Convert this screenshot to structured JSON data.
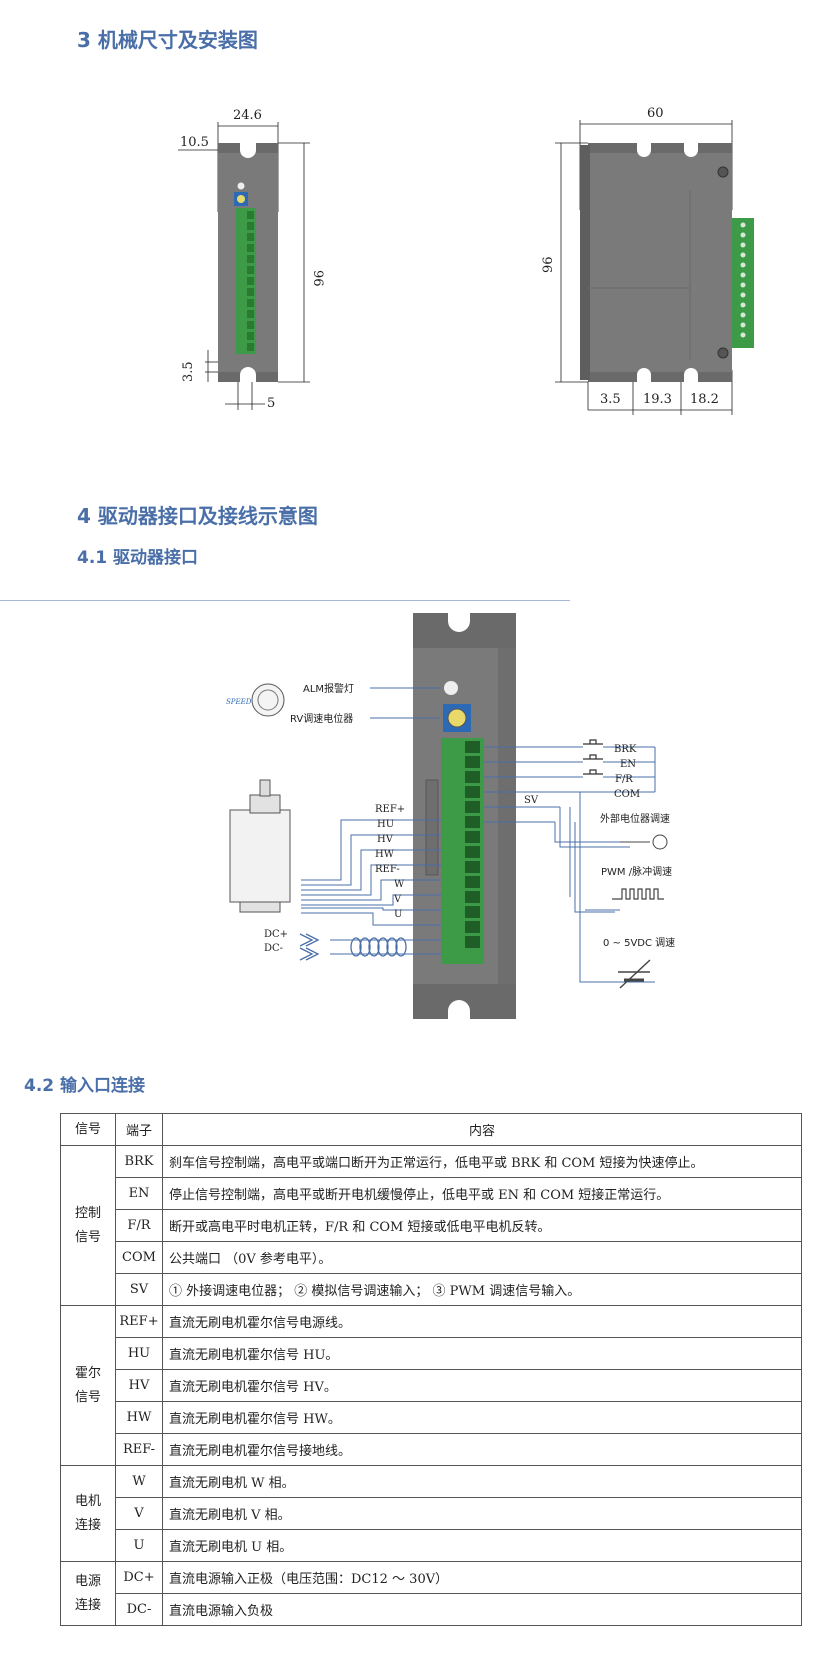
{
  "sections": {
    "s3_title": "3  机械尺寸及安装图",
    "s4_title": "4  驱动器接口及接线示意图",
    "s41_title": "4.1  驱动器接口",
    "s42_title": "4.2  输入口连接"
  },
  "dimension_drawing": {
    "front": {
      "width": "24.6",
      "hole_offset": "10.5",
      "height": "96",
      "bottom_offset": "3.5",
      "bottom_width": "5"
    },
    "side": {
      "width": "60",
      "height": "96",
      "dim_a": "3.5",
      "dim_b": "19.3",
      "dim_c": "18.2"
    }
  },
  "interface_diagram": {
    "alm_label": "ALM报警灯",
    "rv_label": "RV调速电位器",
    "speed_knob": "SPEED",
    "right_signals": [
      "BRK",
      "EN",
      "F/R",
      "COM"
    ],
    "sv_label": "SV",
    "motor_signals": [
      "REF+",
      "HU",
      "HV",
      "HW",
      "REF-",
      "W",
      "V",
      "U"
    ],
    "power_signals": [
      "DC+",
      "DC-"
    ],
    "ext_pot_label": "外部电位器调速",
    "pwm_label": "PWM /脉冲调速",
    "vdc_label": "0 ~ 5VDC 调速"
  },
  "table": {
    "headers": [
      "信号",
      "端子",
      "内容"
    ],
    "groups": [
      {
        "name_l1": "控制",
        "name_l2": "信号",
        "rows": [
          {
            "term": "BRK",
            "desc": "刹车信号控制端，高电平或端口断开为正常运行，低电平或 BRK 和 COM 短接为快速停止。"
          },
          {
            "term": "EN",
            "desc": "停止信号控制端，高电平或断开电机缓慢停止，低电平或 EN 和 COM 短接正常运行。"
          },
          {
            "term": "F/R",
            "desc": "断开或高电平时电机正转，F/R 和 COM 短接或低电平电机反转。"
          },
          {
            "term": "COM",
            "desc": "公共端口 （0V 参考电平）。"
          },
          {
            "term": "SV",
            "desc": "① 外接调速电位器； ② 模拟信号调速输入； ③ PWM 调速信号输入。"
          }
        ]
      },
      {
        "name_l1": "霍尔",
        "name_l2": "信号",
        "rows": [
          {
            "term": "REF+",
            "desc": "直流无刷电机霍尔信号电源线。"
          },
          {
            "term": "HU",
            "desc": "直流无刷电机霍尔信号 HU。"
          },
          {
            "term": "HV",
            "desc": "直流无刷电机霍尔信号 HV。"
          },
          {
            "term": "HW",
            "desc": "直流无刷电机霍尔信号 HW。"
          },
          {
            "term": "REF-",
            "desc": "直流无刷电机霍尔信号接地线。"
          }
        ]
      },
      {
        "name_l1": "电机",
        "name_l2": "连接",
        "rows": [
          {
            "term": "W",
            "desc": "直流无刷电机 W 相。"
          },
          {
            "term": "V",
            "desc": "直流无刷电机 V 相。"
          },
          {
            "term": "U",
            "desc": "直流无刷电机 U 相。"
          }
        ]
      },
      {
        "name_l1": "电源",
        "name_l2": "连接",
        "rows": [
          {
            "term": "DC+",
            "desc": "直流电源输入正极（电压范围：DC12 ～ 30V）"
          },
          {
            "term": "DC-",
            "desc": "直流电源输入负极"
          }
        ]
      }
    ]
  },
  "colors": {
    "heading": "#4a6fa8",
    "driver_body": "#7a7a7a",
    "terminal": "#3d9a47",
    "wire": "#4a6fa8"
  }
}
